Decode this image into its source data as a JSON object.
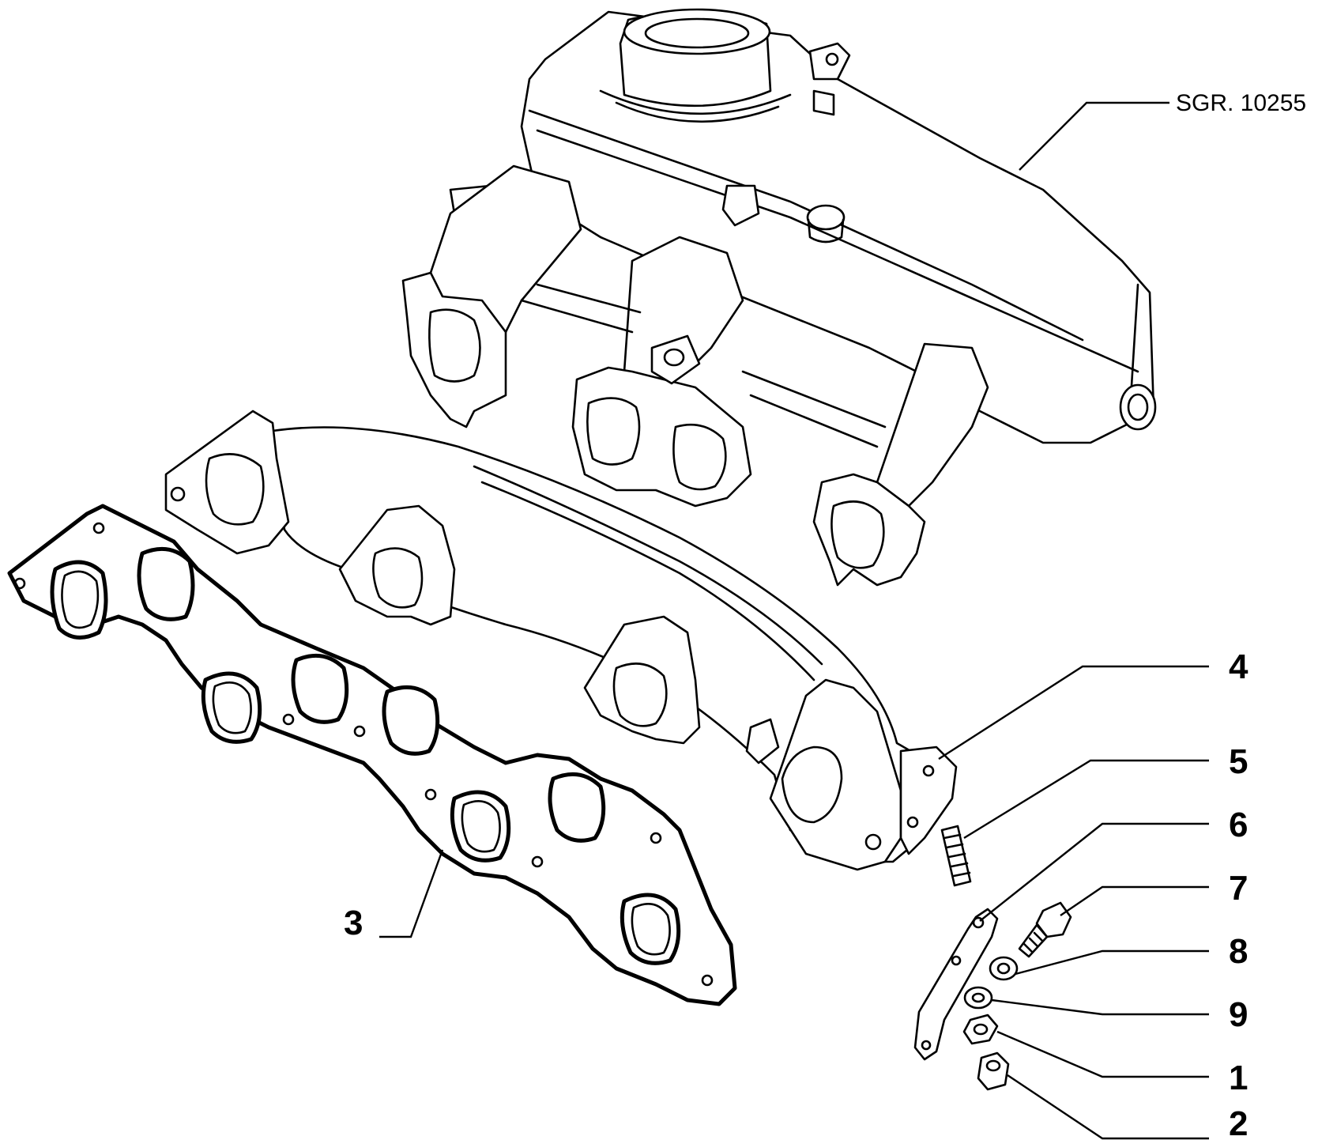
{
  "drawing": {
    "reference": "SGR. 10255",
    "callouts": [
      {
        "id": "c1",
        "label": "1"
      },
      {
        "id": "c2",
        "label": "2"
      },
      {
        "id": "c3",
        "label": "3"
      },
      {
        "id": "c4",
        "label": "4"
      },
      {
        "id": "c5",
        "label": "5"
      },
      {
        "id": "c6",
        "label": "6"
      },
      {
        "id": "c7",
        "label": "7"
      },
      {
        "id": "c8",
        "label": "8"
      },
      {
        "id": "c9",
        "label": "9"
      }
    ]
  }
}
